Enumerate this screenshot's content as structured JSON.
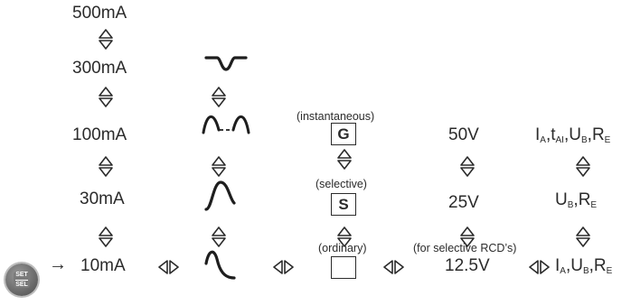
{
  "currents": [
    "500mA",
    "300mA",
    "100mA",
    "30mA",
    "10mA"
  ],
  "rcd_types": {
    "instantaneous_label": "(instantaneous)",
    "instantaneous_letter": "G",
    "selective_label": "(selective)",
    "selective_letter": "S",
    "ordinary_label": "(ordinary)"
  },
  "voltages": {
    "v50": "50V",
    "v25": "25V",
    "v12_5": "12.5V",
    "note_12_5": "(for selective RCD’s)"
  },
  "params": {
    "row1": {
      "i": "I",
      "i_sub": "A",
      "t": "t",
      "t_sub": "AI",
      "u": "U",
      "u_sub": "B",
      "r": "R",
      "r_sub": "E"
    },
    "row2": {
      "u": "U",
      "u_sub": "B",
      "r": "R",
      "r_sub": "E"
    },
    "row3": {
      "i": "I",
      "i_sub": "A",
      "u": "U",
      "u_sub": "B",
      "r": "R",
      "r_sub": "E"
    }
  },
  "button": {
    "line1": "SET",
    "line2": "SEL"
  },
  "arrow": "→",
  "icons": {
    "updown": "up-down-arrow-icon",
    "leftright": "left-right-arrow-icon",
    "ac": "sine-wave-icon",
    "pulsed_dc": "half-wave-icon",
    "smooth_dc": "dc-pulse-icon",
    "dip": "dip-waveform-icon"
  },
  "color": "#2b2b2b"
}
